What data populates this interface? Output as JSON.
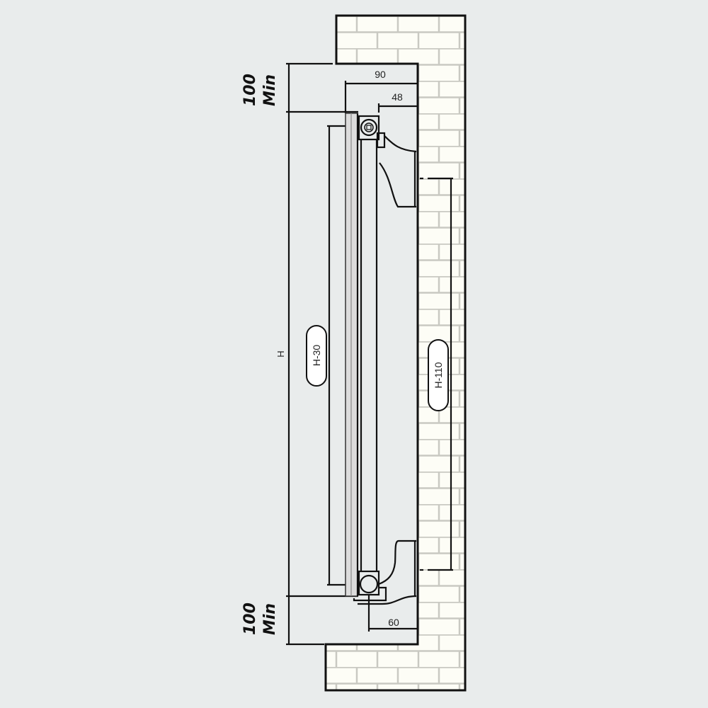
{
  "diagram": {
    "min_top": {
      "value": "100",
      "unit": "Min"
    },
    "min_bottom": {
      "value": "100",
      "unit": "Min"
    },
    "height_label": "H",
    "panel_dim": "H-30",
    "bracket_dim": "H-110",
    "depth_total": "90",
    "depth_bracket": "48",
    "pipe_offset": "60"
  },
  "colors": {
    "background": "#e9ecec",
    "brick": "#fdfdf6",
    "mortar": "#c9c9c2",
    "line": "#111111"
  }
}
